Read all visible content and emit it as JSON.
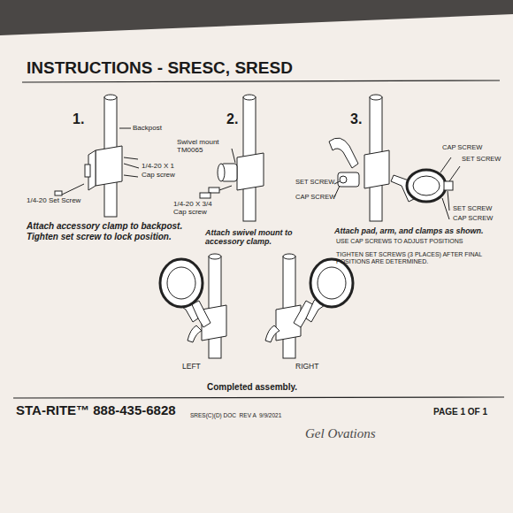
{
  "diagram": {
    "title": "INSTRUCTIONS - SRESC, SRESD",
    "labels": [
      "1.",
      "Backpost",
      "1/4-20 X 1",
      "Cap screw",
      "1/4-20 Set Screw",
      "Attach accessory clamp to backpost. Tighten set screw to lock position.",
      "2.",
      "Swivel mount TM0065",
      "1/4-20 X 3/4 Cap screw",
      "Attach swivel mount to accessory clamp.",
      "3.",
      "CAP SCREW",
      "SET SCREW",
      "SET SCREW",
      "CAP SCREW",
      "SET SCREW",
      "CAP SCREW",
      "Attach pad, arm, and clamps as shown.",
      "USE CAP SCREWS TO ADJUST POSITIONS",
      "TIGHTEN SET SCREWS (3 PLACES) AFTER FINAL POSITIONS ARE DETERMINED.",
      "LEFT",
      "RIGHT",
      "Completed assembly.",
      "STA-RITE™ 888-435-6828",
      "SRES(C)(D) DOC  REV A  9/9/2021",
      "PAGE 1 OF 1",
      "Gel Ovations"
    ]
  }
}
